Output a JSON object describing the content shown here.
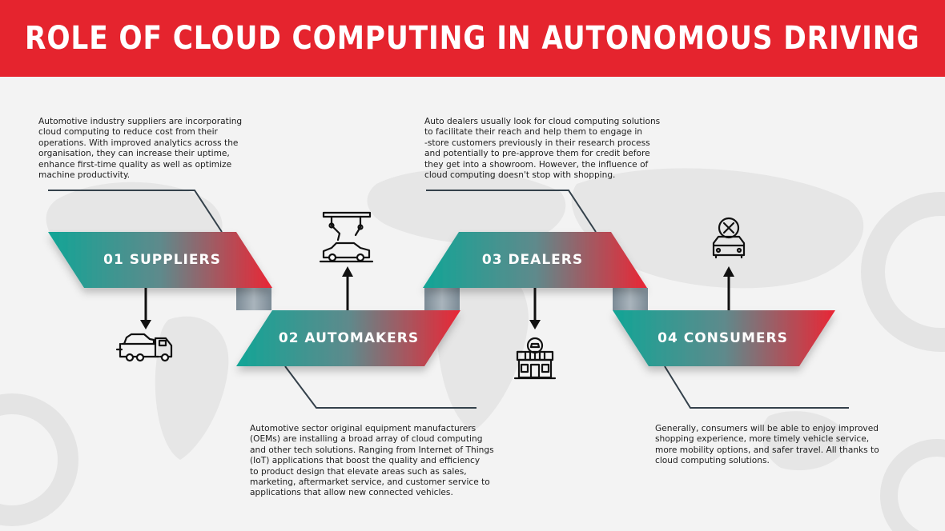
{
  "title": "ROLE OF CLOUD COMPUTING IN AUTONOMOUS DRIVING",
  "colors": {
    "header_red": "#e5242e",
    "teal": "#17a596",
    "red": "#e2263b",
    "connector_gray": "#8e9ca6",
    "line_dark": "#2f3d47"
  },
  "steps": [
    {
      "label": "01 SUPPLIERS",
      "icon": "car-carrier-truck-icon",
      "description": "Automotive industry suppliers are incorporating\ncloud computing to reduce cost from their\noperations. With improved analytics across the\norganisation, they can increase their uptime,\nenhance first-time quality as well as optimize\nmachine productivity."
    },
    {
      "label": "02 AUTOMAKERS",
      "icon": "robotic-assembly-line-icon",
      "description": "Automotive sector original equipment manufacturers\n(OEMs) are installing a broad array of cloud computing\nand other tech solutions. Ranging from Internet of Things\n(IoT) applications that boost the quality and efficiency\nto product design that elevate areas such as sales,\nmarketing, aftermarket service, and customer service to\napplications that allow new connected vehicles."
    },
    {
      "label": "03 DEALERS",
      "icon": "car-dealership-icon",
      "description": "Auto dealers usually look for cloud computing solutions\nto facilitate their reach and help them to engage in\n-store customers previously in their research process\nand potentially to pre-approve them for credit before\nthey get into a showroom. However, the influence of\ncloud computing doesn't stop with shopping."
    },
    {
      "label": "04 CONSUMERS",
      "icon": "car-service-icon",
      "description": "Generally, consumers will be able to enjoy improved\nshopping experience, more timely vehicle service,\nmore mobility options, and safer travel. All thanks to\ncloud computing solutions."
    }
  ]
}
